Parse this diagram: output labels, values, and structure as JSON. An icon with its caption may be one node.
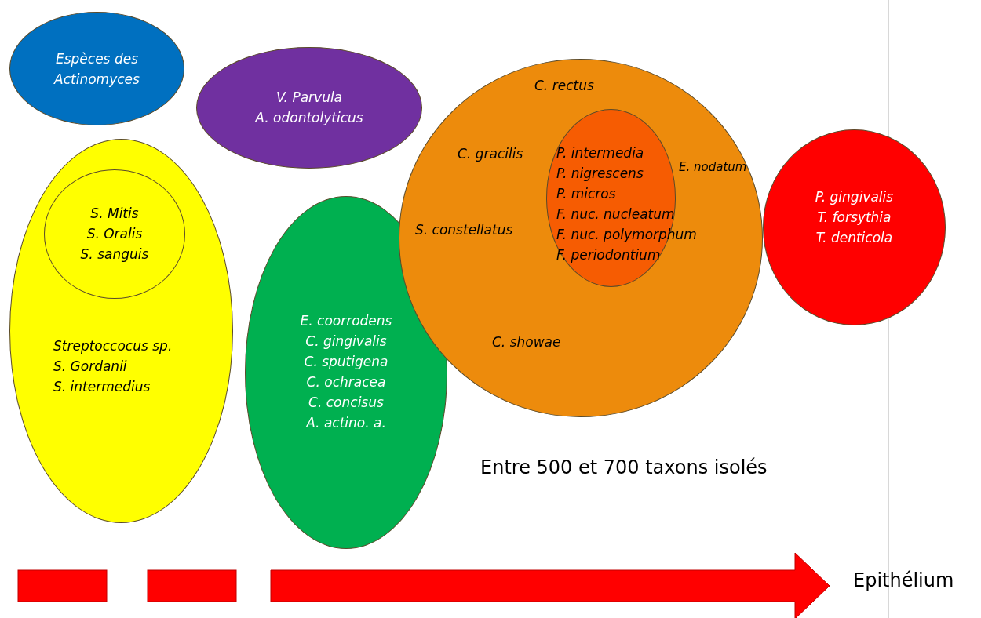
{
  "diagram": {
    "nodes": [
      {
        "text": [
          "Espèces des Actinomyces"
        ]
      },
      {
        "text": [
          "V. Parvula",
          "A. odontolyticus"
        ]
      },
      {
        "text": [
          "Streptoccocus sp.",
          "S. Gordanii",
          "S. intermedius"
        ]
      },
      {
        "text": [
          "S. Mitis",
          "S. Oralis",
          "S. sanguis"
        ],
        "in": 2
      },
      {
        "text": [
          "E. coorrodens",
          "C. gingivalis",
          "C. sputigena",
          "C. ochracea",
          "C. concisus",
          "A. actino. a."
        ]
      },
      {
        "text": [
          "C. rectus",
          "C. gracilis",
          "S. constellatus",
          "C. showae",
          "E. nodatum"
        ]
      },
      {
        "text": [
          "P. intermedia",
          "P. nigrescens",
          "P. micros",
          "F. nuc. nucleatum",
          "F. nuc. polymorphum",
          "F. periodontium"
        ],
        "in": 5
      },
      {
        "text": [
          "P. gingivalis",
          "T. forsythia",
          "T. denticola"
        ]
      }
    ],
    "labels": [
      "Entre 500 et 700 taxons isolés",
      "Epithélium"
    ]
  }
}
